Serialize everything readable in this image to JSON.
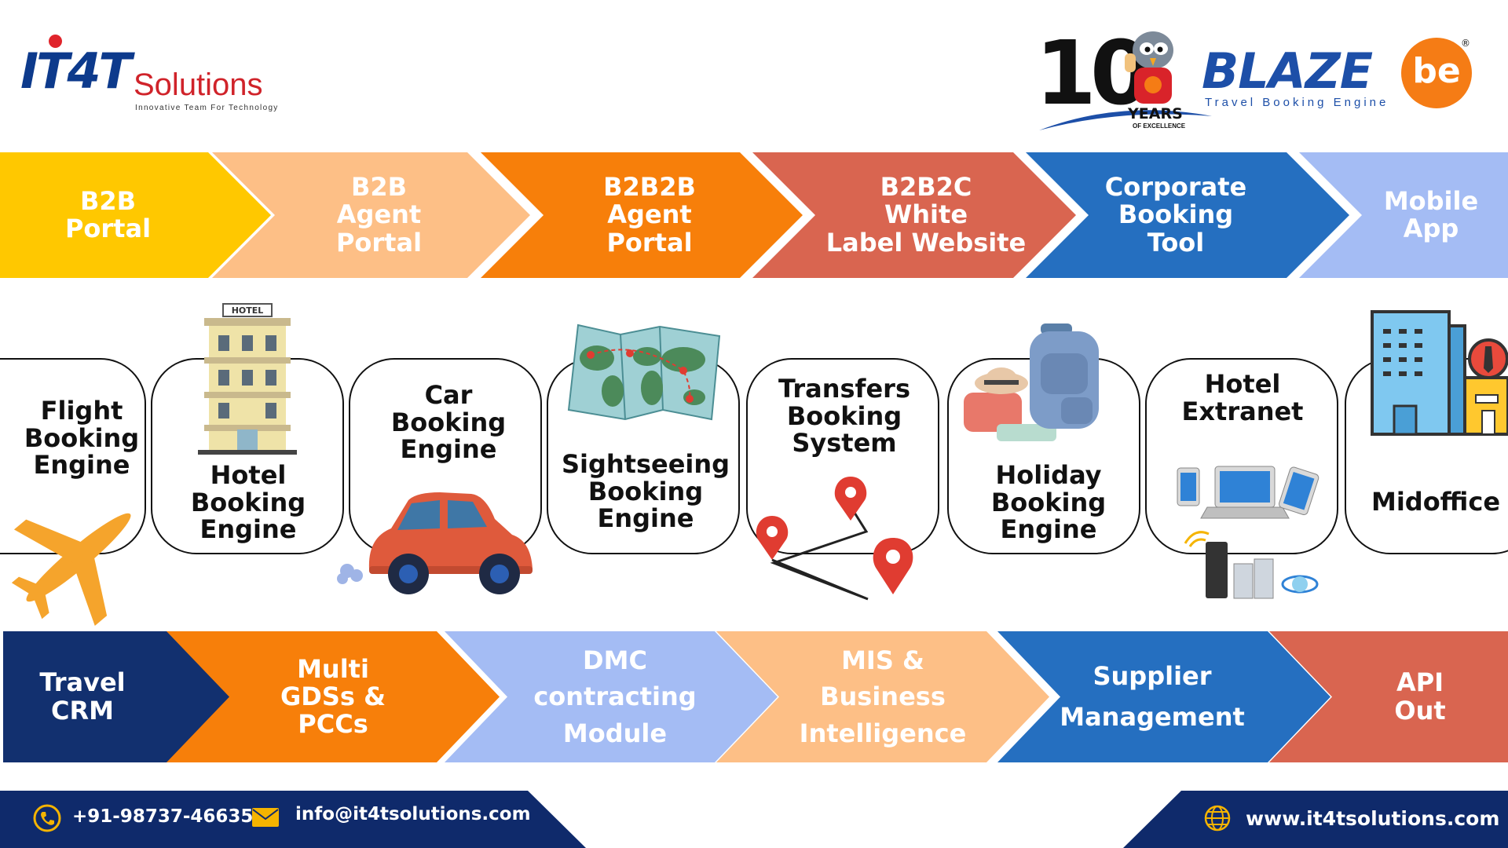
{
  "logos": {
    "it4t": {
      "mark": "IT4T",
      "name": "Solutions",
      "tagline": "Innovative Team For Technology"
    },
    "blaze": {
      "anniv": "10",
      "years": "YEARS",
      "excellence": "OF EXCELLENCE",
      "brand": "BLAZE",
      "badge": "be",
      "subtitle": "Travel Booking Engine",
      "reg": "®"
    }
  },
  "top_band": [
    {
      "label": "B2B\nPortal",
      "color": "#ffc800"
    },
    {
      "label": "B2B\nAgent\nPortal",
      "color": "#fdbf86"
    },
    {
      "label": "B2B2B\nAgent\nPortal",
      "color": "#f77f0a"
    },
    {
      "label": "B2B2C\nWhite\nLabel Website",
      "color": "#d96550"
    },
    {
      "label": "Corporate\nBooking\nTool",
      "color": "#256fc0"
    },
    {
      "label": "Mobile\nApp",
      "color": "#a4bcf4"
    }
  ],
  "cards": [
    {
      "label": "Flight\nBooking\nEngine",
      "icon": "airplane-icon"
    },
    {
      "label": "Hotel\nBooking\nEngine",
      "icon": "hotel-icon"
    },
    {
      "label": "Car\nBooking\nEngine",
      "icon": "car-icon"
    },
    {
      "label": "Sightseeing\nBooking\nEngine",
      "icon": "map-icon"
    },
    {
      "label": "Transfers\nBooking\nSystem",
      "icon": "location-pin-icon"
    },
    {
      "label": "Holiday\nBooking\nEngine",
      "icon": "luggage-icon"
    },
    {
      "label": "Hotel\nExtranet",
      "icon": "devices-icon"
    },
    {
      "label": "Midoffice",
      "icon": "office-building-icon"
    }
  ],
  "bottom_band": [
    {
      "label": "Travel\nCRM",
      "color": "#12306f"
    },
    {
      "label": "Multi\nGDSs &\nPCCs",
      "color": "#f77f0a"
    },
    {
      "label": "DMC\ncontracting\nModule",
      "color": "#a4bcf4"
    },
    {
      "label": "MIS &\nBusiness\nIntelligence",
      "color": "#fdbf86"
    },
    {
      "label": "Supplier\nManagement",
      "color": "#256fc0"
    },
    {
      "label": "API\nOut",
      "color": "#d96550"
    }
  ],
  "footer": {
    "phone": "+91-98737-46635",
    "email": "info@it4tsolutions.com",
    "website": "www.it4tsolutions.com"
  },
  "colors": {
    "navy": "#0f2a6b",
    "accent_yellow": "#ffc800",
    "accent_orange": "#f77f0a"
  }
}
